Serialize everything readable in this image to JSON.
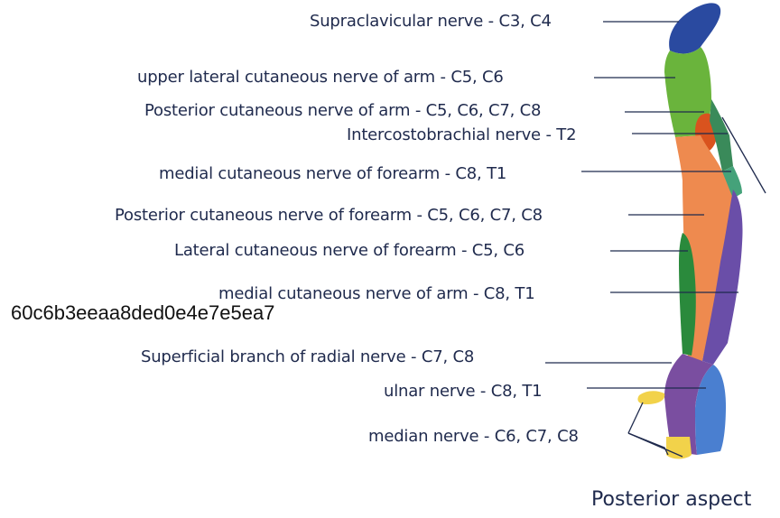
{
  "labels": [
    {
      "key": "supraclavicular",
      "text": "Supraclavicular nerve - C3, C4"
    },
    {
      "key": "upper_lateral",
      "text": "upper lateral cutaneous nerve of arm - C5, C6"
    },
    {
      "key": "posterior_arm",
      "text": "Posterior cutaneous nerve of arm - C5, C6, C7, C8"
    },
    {
      "key": "intercostobrachial",
      "text": "Intercostobrachial nerve - T2"
    },
    {
      "key": "medial_forearm",
      "text": "medial cutaneous nerve of forearm - C8, T1"
    },
    {
      "key": "posterior_forearm",
      "text": "Posterior cutaneous nerve of forearm - C5, C6, C7, C8"
    },
    {
      "key": "lateral_forearm",
      "text": "Lateral cutaneous nerve of forearm - C5, C6"
    },
    {
      "key": "medial_arm",
      "text": "medial cutaneous nerve of arm - C8, T1"
    },
    {
      "key": "superficial_radial",
      "text": "Superficial branch of radial nerve - C7, C8"
    },
    {
      "key": "ulnar",
      "text": "ulnar nerve - C8, T1"
    },
    {
      "key": "median",
      "text": "median nerve - C6, C7, C8"
    }
  ],
  "stamp": "60c6b3eeaa8ded0e4e7e5ea7",
  "caption": "Posterior aspect",
  "colors": {
    "supraclavicular": "#2a4aa0",
    "upper_lateral": "#6ab43c",
    "posterior_arm": "#d9531e",
    "intercostobrachial": "#3a8a5a",
    "medial_forearm": "#45a27a",
    "posterior_forearm": "#ee8a4f",
    "lateral_forearm": "#2a8a3c",
    "medial_arm": "#6a4ea8",
    "superficial_radial": "#7a4ea0",
    "ulnar": "#4a7fd0",
    "median": "#f2d24a",
    "leader_line": "#1f2a4d"
  }
}
